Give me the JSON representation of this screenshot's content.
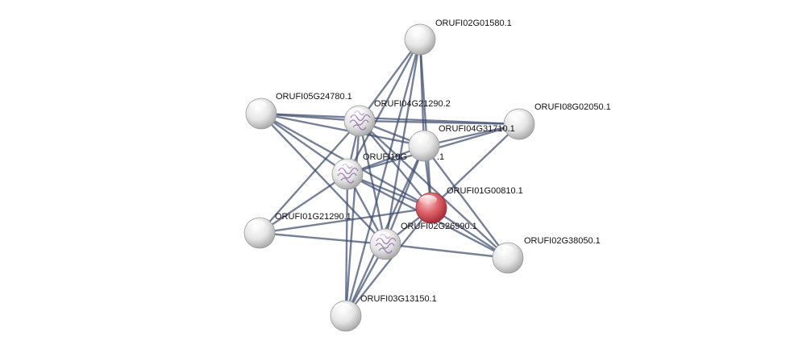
{
  "colors": {
    "edge": "#3c4a6e",
    "node_default": "#e4e4e4",
    "node_query": "#e0636b",
    "label_text": "#111111",
    "protein_texture": "#8e6aa6"
  },
  "nodes": [
    {
      "id": "ORUFI02G01580.1",
      "label": "ORUFI02G01580.1",
      "query": false,
      "structure": false
    },
    {
      "id": "ORUFI05G24780.1",
      "label": "ORUFI05G24780.1",
      "query": false,
      "structure": false
    },
    {
      "id": "ORUFI04G21290.2",
      "label": "ORUFI04G21290.2",
      "query": false,
      "structure": true
    },
    {
      "id": "ORUFI08G02050.1",
      "label": "ORUFI08G02050.1",
      "query": false,
      "structure": false
    },
    {
      "id": "ORUFI04G31710.1",
      "label": "ORUFI04G31710.1",
      "query": false,
      "structure": false
    },
    {
      "id": "ORUFI10G",
      "label": "ORUFI10G",
      "label_tail": ".1",
      "query": false,
      "structure": true
    },
    {
      "id": "ORUFI01G00810.1",
      "label": "ORUFI01G00810.1",
      "query": true,
      "structure": false
    },
    {
      "id": "ORUFI01G21290.1",
      "label": "ORUFI01G21290.1",
      "query": false,
      "structure": false
    },
    {
      "id": "ORUFI02G26990.1",
      "label": "ORUFI02G26990.1",
      "query": false,
      "structure": true
    },
    {
      "id": "ORUFI02G38050.1",
      "label": "ORUFI02G38050.1",
      "query": false,
      "structure": false
    },
    {
      "id": "ORUFI03G13150.1",
      "label": "ORUFI03G13150.1",
      "query": false,
      "structure": false
    }
  ],
  "edges": [
    [
      "ORUFI02G01580.1",
      "ORUFI04G21290.2"
    ],
    [
      "ORUFI02G01580.1",
      "ORUFI10G"
    ],
    [
      "ORUFI02G01580.1",
      "ORUFI04G31710.1"
    ],
    [
      "ORUFI02G01580.1",
      "ORUFI01G00810.1"
    ],
    [
      "ORUFI02G01580.1",
      "ORUFI02G26990.1"
    ],
    [
      "ORUFI02G01580.1",
      "ORUFI03G13150.1"
    ],
    [
      "ORUFI05G24780.1",
      "ORUFI04G21290.2"
    ],
    [
      "ORUFI05G24780.1",
      "ORUFI10G"
    ],
    [
      "ORUFI05G24780.1",
      "ORUFI04G31710.1"
    ],
    [
      "ORUFI05G24780.1",
      "ORUFI01G00810.1"
    ],
    [
      "ORUFI05G24780.1",
      "ORUFI02G26990.1"
    ],
    [
      "ORUFI05G24780.1",
      "ORUFI08G02050.1"
    ],
    [
      "ORUFI04G21290.2",
      "ORUFI10G"
    ],
    [
      "ORUFI04G21290.2",
      "ORUFI04G31710.1"
    ],
    [
      "ORUFI04G21290.2",
      "ORUFI01G00810.1"
    ],
    [
      "ORUFI04G21290.2",
      "ORUFI02G26990.1"
    ],
    [
      "ORUFI04G21290.2",
      "ORUFI08G02050.1"
    ],
    [
      "ORUFI04G21290.2",
      "ORUFI01G21290.1"
    ],
    [
      "ORUFI04G21290.2",
      "ORUFI03G13150.1"
    ],
    [
      "ORUFI04G21290.2",
      "ORUFI02G38050.1"
    ],
    [
      "ORUFI08G02050.1",
      "ORUFI10G"
    ],
    [
      "ORUFI08G02050.1",
      "ORUFI01G00810.1"
    ],
    [
      "ORUFI08G02050.1",
      "ORUFI04G31710.1"
    ],
    [
      "ORUFI04G31710.1",
      "ORUFI10G"
    ],
    [
      "ORUFI04G31710.1",
      "ORUFI01G00810.1"
    ],
    [
      "ORUFI04G31710.1",
      "ORUFI02G26990.1"
    ],
    [
      "ORUFI04G31710.1",
      "ORUFI02G38050.1"
    ],
    [
      "ORUFI04G31710.1",
      "ORUFI03G13150.1"
    ],
    [
      "ORUFI10G",
      "ORUFI01G00810.1"
    ],
    [
      "ORUFI10G",
      "ORUFI02G26990.1"
    ],
    [
      "ORUFI10G",
      "ORUFI01G21290.1"
    ],
    [
      "ORUFI10G",
      "ORUFI03G13150.1"
    ],
    [
      "ORUFI10G",
      "ORUFI02G38050.1"
    ],
    [
      "ORUFI01G00810.1",
      "ORUFI02G26990.1"
    ],
    [
      "ORUFI01G00810.1",
      "ORUFI01G21290.1"
    ],
    [
      "ORUFI01G00810.1",
      "ORUFI02G38050.1"
    ],
    [
      "ORUFI01G00810.1",
      "ORUFI03G13150.1"
    ],
    [
      "ORUFI01G21290.1",
      "ORUFI02G26990.1"
    ],
    [
      "ORUFI02G26990.1",
      "ORUFI02G38050.1"
    ],
    [
      "ORUFI02G26990.1",
      "ORUFI03G13150.1"
    ]
  ]
}
